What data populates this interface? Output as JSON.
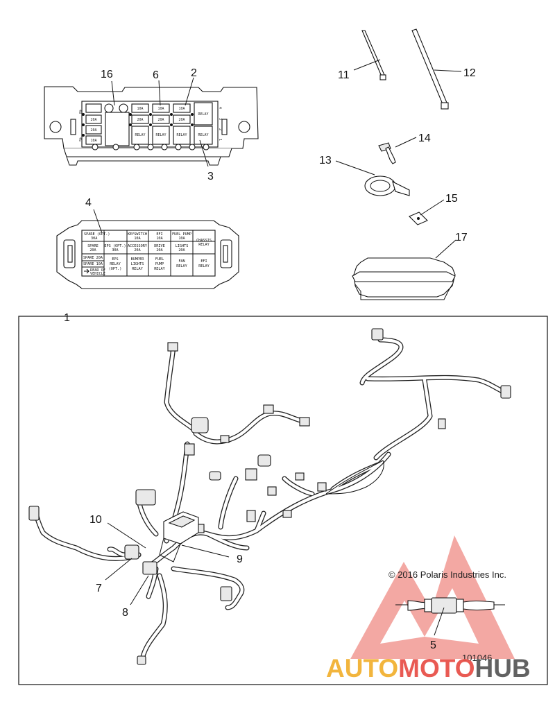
{
  "callouts": {
    "c1": "1",
    "c2": "2",
    "c3": "3",
    "c4": "4",
    "c5": "5",
    "c6": "6",
    "c7": "7",
    "c8": "8",
    "c9": "9",
    "c10": "10",
    "c11": "11",
    "c12": "12",
    "c13": "13",
    "c14": "14",
    "c15": "15",
    "c16": "16",
    "c17": "17"
  },
  "fuse_box": {
    "side_top_left": "48",
    "side_bottom_left": "45",
    "side_right": [
      "4",
      "3",
      "2",
      "1"
    ],
    "row1": [
      "10A",
      "10A",
      "10A",
      "RELAY"
    ],
    "row2": [
      "20A",
      "20A",
      "20A",
      "20A"
    ],
    "row3": [
      "20A",
      "RELAY",
      "RELAY",
      "RELAY",
      "RELAY"
    ],
    "row4": [
      "10A"
    ]
  },
  "fuse_cover_table": {
    "r1": [
      "SPARE (OPT.)",
      "30A",
      "KEYSWITCH",
      "10A",
      "EFI",
      "10A",
      "FUEL PUMP",
      "10A",
      "CHASSIS",
      "RELAY"
    ],
    "r2": [
      "SPARE",
      "20A",
      "EPS (OPT.)",
      "30A",
      "ACCESSORY",
      "20A",
      "DRIVE",
      "20A",
      "LIGHTS",
      "20A"
    ],
    "r3": [
      "SPARE 20A",
      "SPARE 10A",
      "EPS",
      "RELAY",
      "(OPT.)",
      "BUMPER",
      "LIGHTS",
      "RELAY",
      "FUEL",
      "PUMP",
      "RELAY",
      "FAN",
      "RELAY",
      "EFI",
      "RELAY"
    ],
    "rear": [
      "REAR OF",
      "VEHICLE"
    ]
  },
  "copyright": "© 2016 Polaris Industries Inc.",
  "part_number": "101046",
  "watermark": {
    "auto": "AUTO",
    "moto": "MOTO",
    "hub": "HUB"
  },
  "colors": {
    "watermark_red": "#e8524a",
    "watermark_gold": "#f2b233",
    "watermark_dark": "#5a5a5a",
    "line": "#111111"
  }
}
